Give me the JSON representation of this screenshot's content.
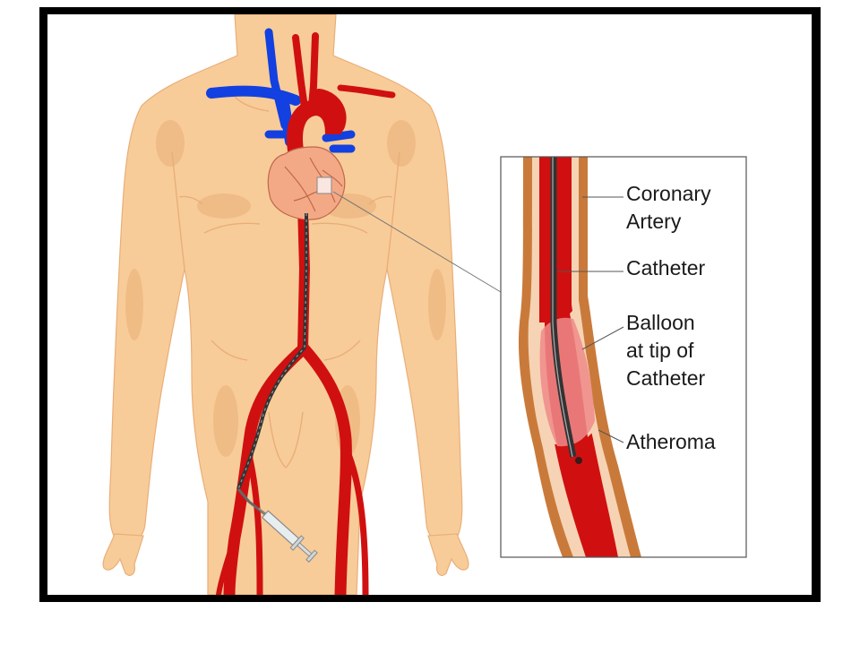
{
  "colors": {
    "skin": "#f8cc98",
    "skin_shadow": "#e9ae78",
    "artery": "#d01010",
    "vein": "#1340e0",
    "heart": "#f4a986",
    "wall_outer": "#c97a3a",
    "wall_inner": "#f6d3b4",
    "balloon": "#ef8a8a",
    "catheter": "#333333"
  },
  "labels": {
    "coronary_artery": "Coronary\nArtery",
    "catheter": "Catheter",
    "balloon": "Balloon\nat tip of\nCatheter",
    "atheroma": "Atheroma"
  }
}
